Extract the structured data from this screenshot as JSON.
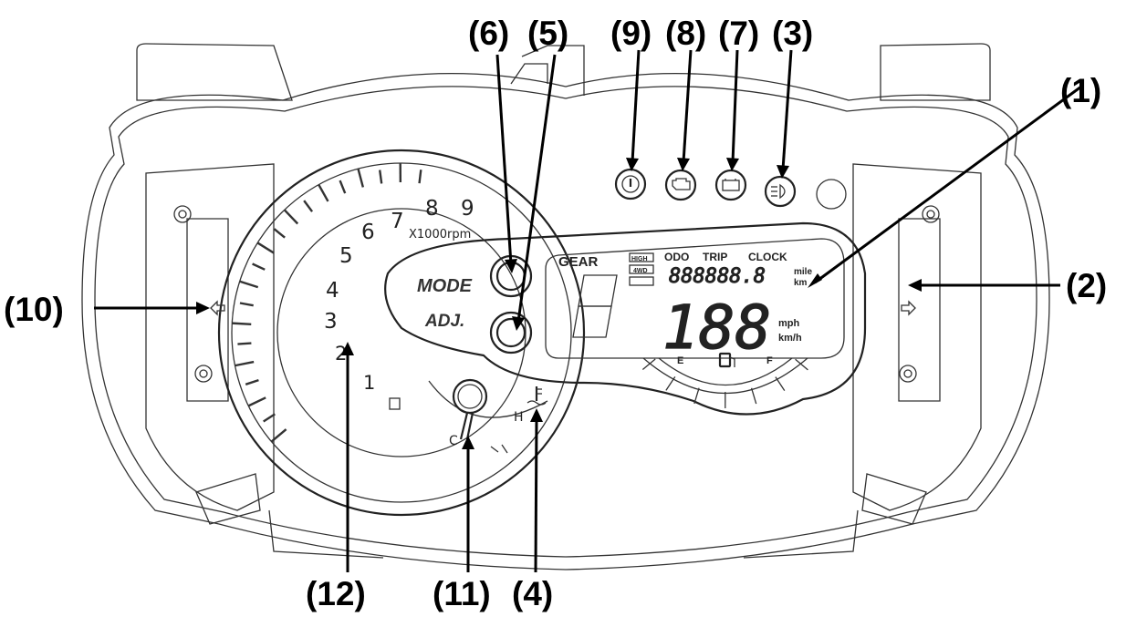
{
  "callouts": {
    "c1": "(1)",
    "c2": "(2)",
    "c3": "(3)",
    "c4": "(4)",
    "c5": "(5)",
    "c6": "(6)",
    "c7": "(7)",
    "c8": "(8)",
    "c9": "(9)",
    "c10": "(10)",
    "c11": "(11)",
    "c12": "(12)"
  },
  "tachometer": {
    "unit": "X1000rpm",
    "numerals": [
      "1",
      "2",
      "3",
      "4",
      "5",
      "6",
      "7",
      "8",
      "9"
    ]
  },
  "buttons": {
    "mode": "MODE",
    "adj": "ADJ."
  },
  "lcd": {
    "gear": "GEAR",
    "high": "HIGH",
    "fourwd": "4WD",
    "odo": "ODO",
    "trip": "TRIP",
    "clock": "CLOCK",
    "odometer_digits": "888888.8",
    "unit_mile": "mile",
    "unit_km": "km",
    "speed_digits": "188",
    "unit_mph": "mph",
    "unit_kmh": "km/h",
    "fuel_empty": "E",
    "fuel_full": "F"
  },
  "temperature": {
    "hot": "H",
    "cold": "C"
  }
}
